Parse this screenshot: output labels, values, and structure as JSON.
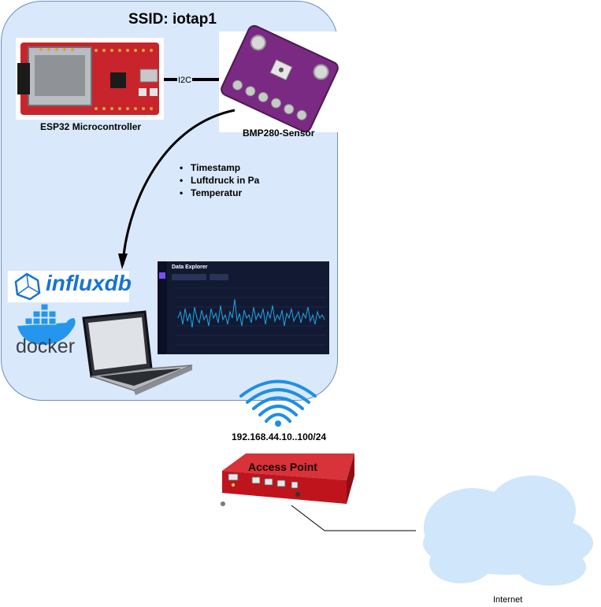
{
  "diagram": {
    "ssid_title": "SSID: iotap1",
    "esp32_label": "ESP32 Microcontroller",
    "i2c_label": "I2C",
    "sensor_label": "BMP280-Sensor",
    "data_fields": [
      "Timestamp",
      "Luftdruck in Pa",
      "Temperatur"
    ],
    "influx_label": "influxdb",
    "docker_label": "docker",
    "dashboard_title": "Data Explorer",
    "ip_range": "192.168.44.10..100/24",
    "ap_label": "Access Point",
    "internet_label": "Internet"
  },
  "colors": {
    "ssid_box_fill": "#dae8fc",
    "ssid_box_stroke": "#6c8ebf",
    "wifi_blue": "#1d8fe6",
    "router_red": "#c0141d",
    "cloud_blue": "#cfe6fb",
    "influx_blue": "#1773d2",
    "docker_blue": "#2496ed",
    "sensor_purple": "#7a2a82",
    "board_red": "#c8242c",
    "dashboard_bg": "#121a33"
  }
}
